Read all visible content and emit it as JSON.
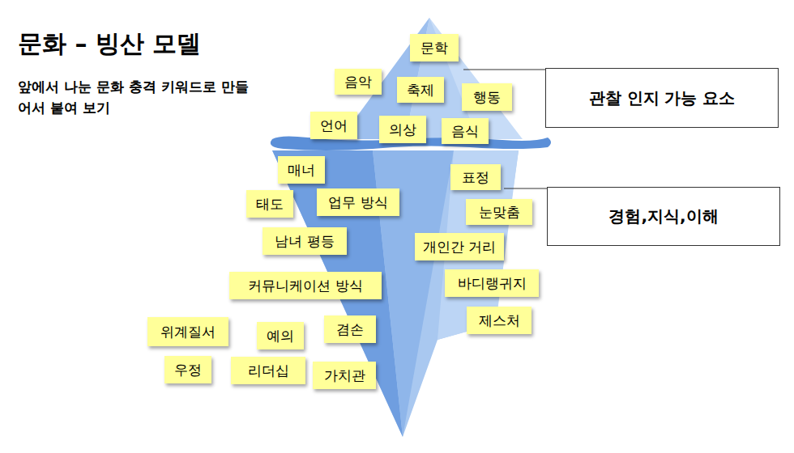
{
  "diagram": {
    "title": "문화 – 빙산 모델",
    "nodes": [
      {
        "text": [
          "문학"
        ]
      },
      {
        "text": [
          "음악"
        ]
      },
      {
        "text": [
          "관찰 인지 가능 요소"
        ]
      },
      {
        "text": [
          "축제"
        ]
      },
      {
        "text": [
          "행동"
        ]
      },
      {
        "text": [
          "언어"
        ]
      },
      {
        "text": [
          "의상"
        ]
      },
      {
        "text": [
          "음식"
        ]
      },
      {
        "text": [
          "매너"
        ]
      },
      {
        "text": [
          "표정"
        ]
      },
      {
        "text": [
          "경험,지식,이해"
        ]
      },
      {
        "text": [
          "업무 방식"
        ]
      },
      {
        "text": [
          "태도"
        ]
      },
      {
        "text": [
          "눈맞춤"
        ]
      },
      {
        "text": [
          "남녀 평등"
        ]
      },
      {
        "text": [
          "개인간 거리"
        ]
      },
      {
        "text": [
          "바디랭귀지"
        ]
      },
      {
        "text": [
          "커뮤니케이션 방식"
        ]
      },
      {
        "text": [
          "제스처"
        ]
      },
      {
        "text": [
          "겸손"
        ]
      },
      {
        "text": [
          "위계질서"
        ]
      },
      {
        "text": [
          "예의"
        ]
      },
      {
        "text": [
          "우정"
        ]
      },
      {
        "text": [
          "리더십"
        ]
      },
      {
        "text": [
          "가치관"
        ]
      }
    ],
    "labels": [
      "앞에서 나눈 문화 충격 키워드로 만들어서 붙여 보기"
    ]
  }
}
